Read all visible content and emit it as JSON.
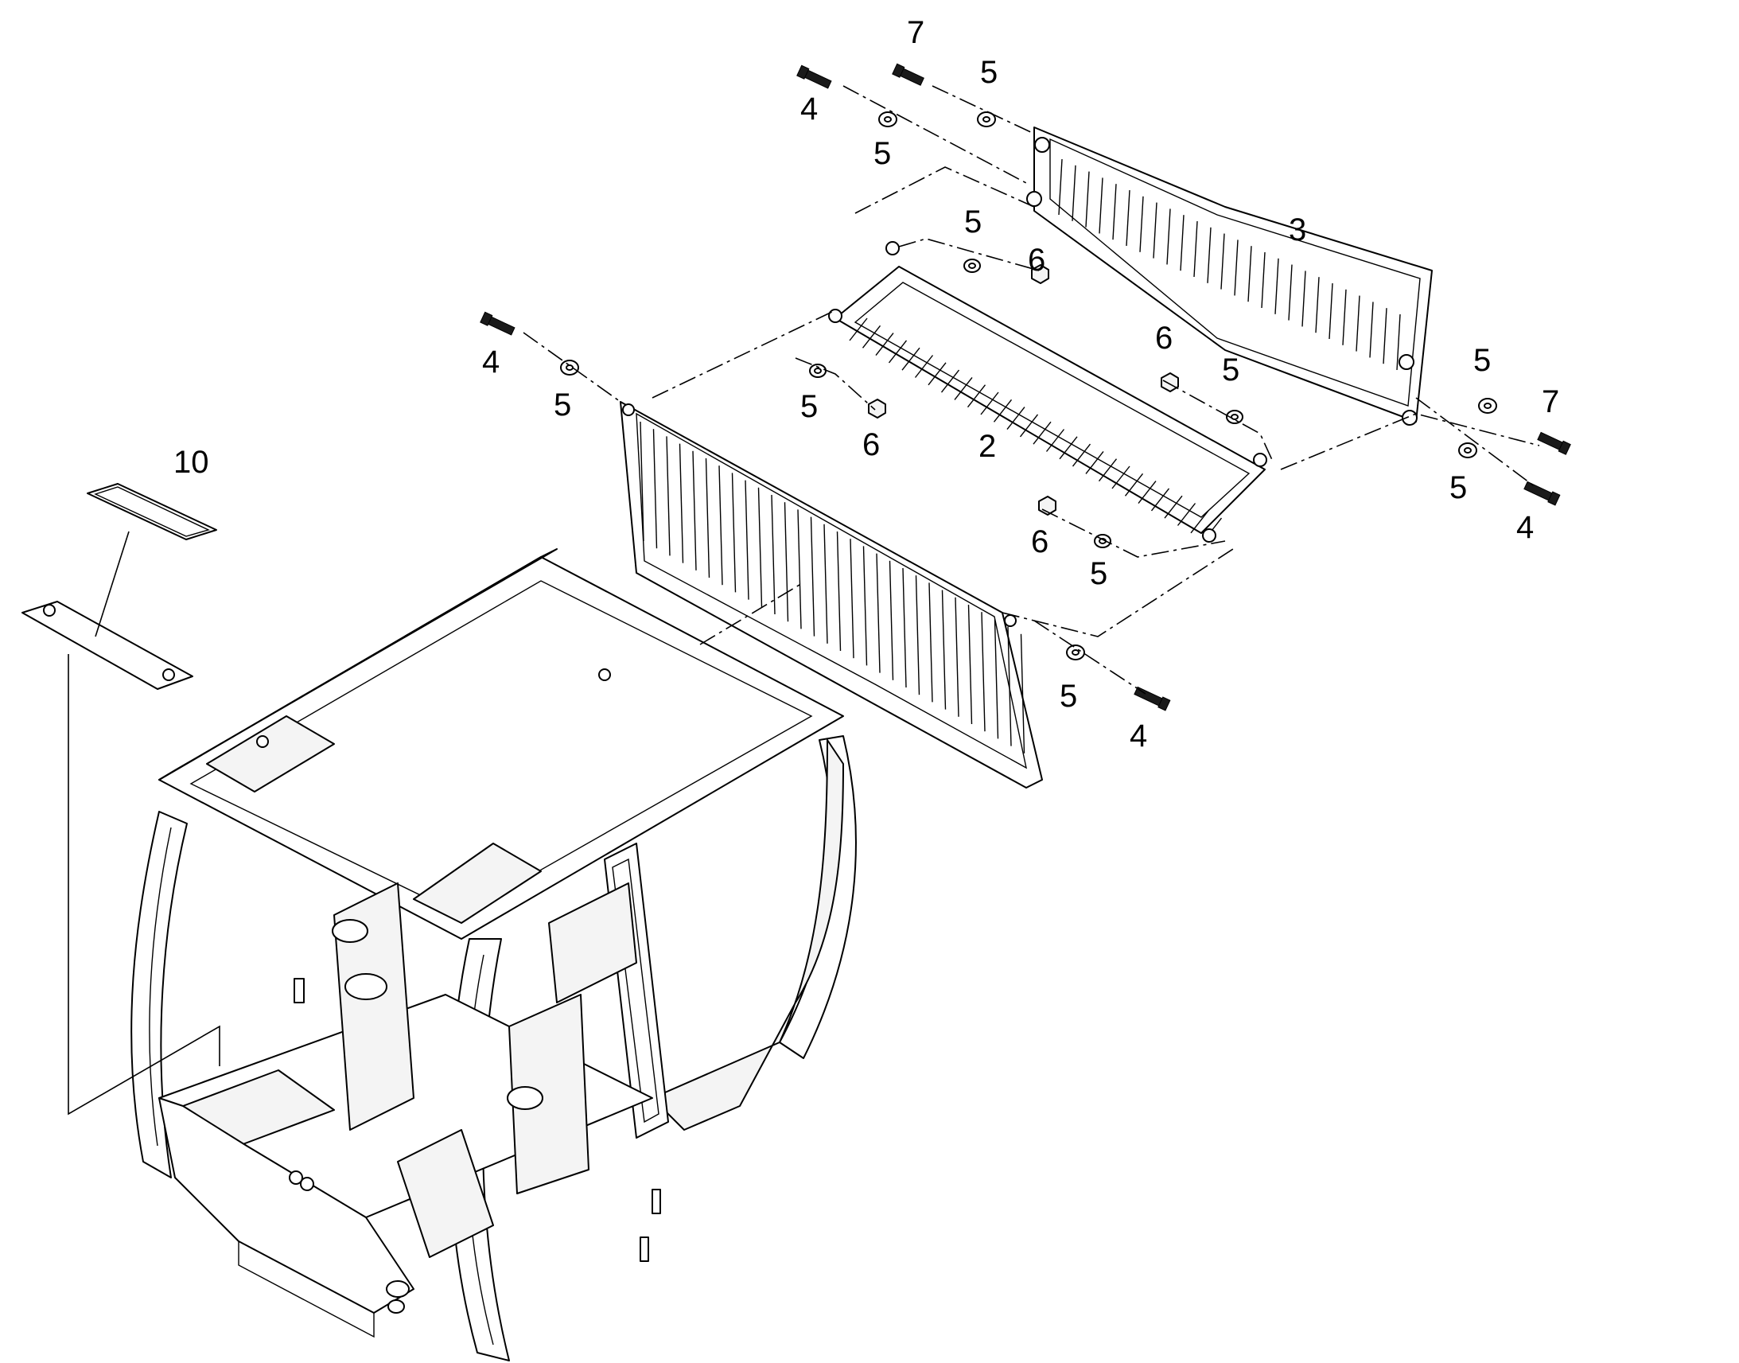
{
  "callouts": {
    "c1": "7",
    "c2": "5",
    "c3": "4",
    "c4": "5",
    "c5": "3",
    "c6": "5",
    "c7": "6",
    "c8": "4",
    "c9": "5",
    "c10": "6",
    "c11": "5",
    "c12": "5",
    "c13": "7",
    "c14": "5",
    "c15": "6",
    "c16": "2",
    "c17": "5",
    "c18": "4",
    "c19": "10",
    "c20": "6",
    "c21": "5",
    "c22": "5",
    "c23": "4"
  }
}
